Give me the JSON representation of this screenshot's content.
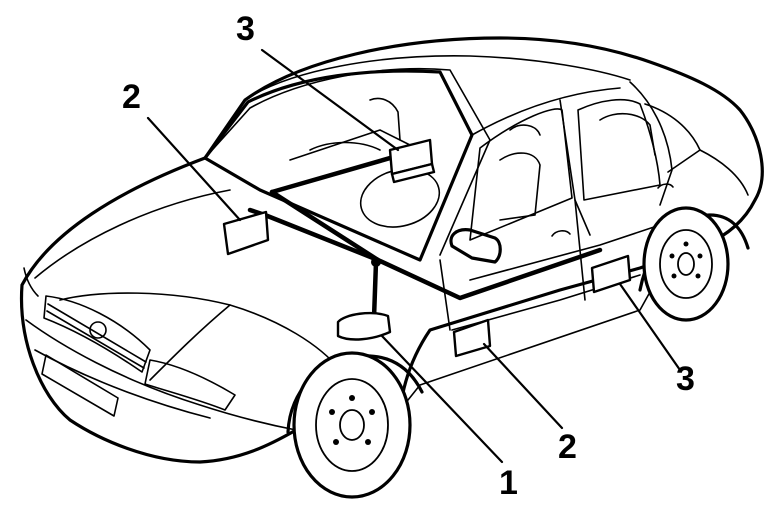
{
  "labels": {
    "top_left": "3",
    "left": "2",
    "bottom_front": "1",
    "bottom_middle": "2",
    "bottom_right": "3"
  }
}
